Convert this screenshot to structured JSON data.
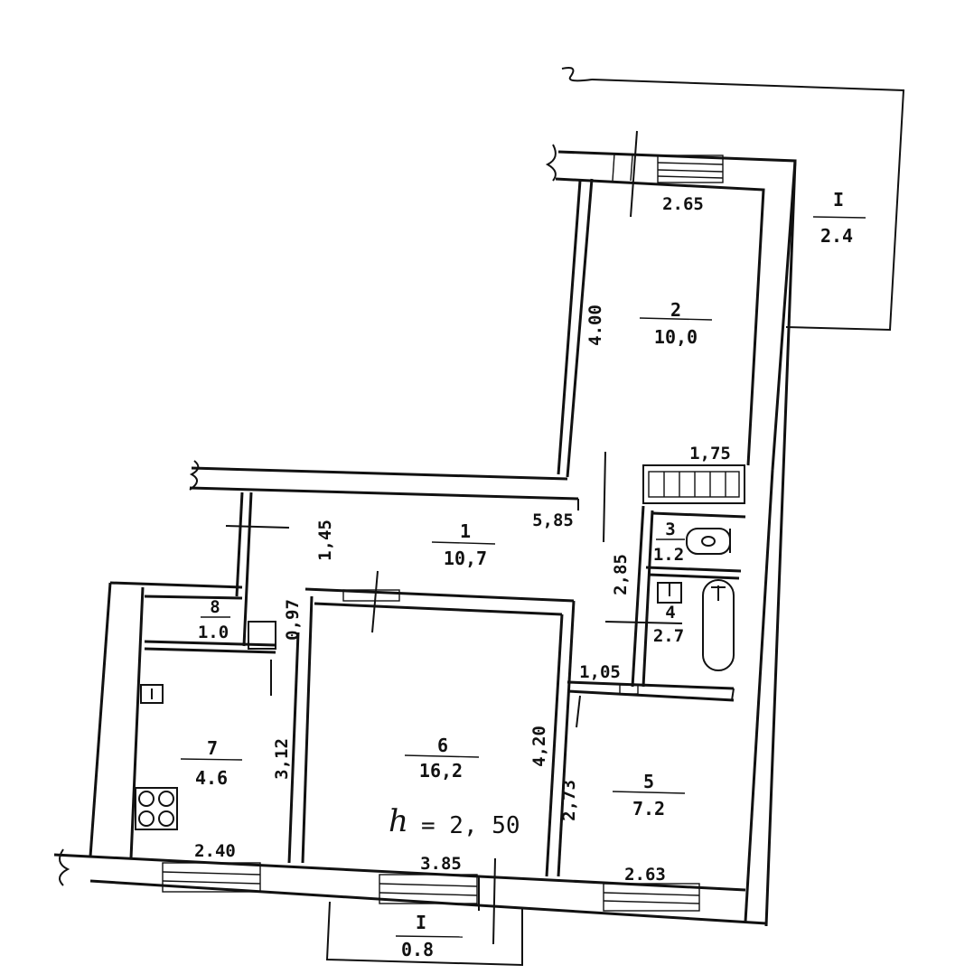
{
  "rooms": [
    {
      "number": "1",
      "area": "10,7"
    },
    {
      "number": "2",
      "area": "10,0"
    },
    {
      "number": "3",
      "area": "1.2"
    },
    {
      "number": "4",
      "area": "2.7"
    },
    {
      "number": "5",
      "area": "7.2"
    },
    {
      "number": "6",
      "area": "16,2"
    },
    {
      "number": "7",
      "area": "4.6"
    },
    {
      "number": "8",
      "area": "1.0"
    }
  ],
  "balconies": [
    {
      "number": "I",
      "area": "2.4"
    },
    {
      "number": "I",
      "area": "0.8"
    }
  ],
  "dimensions": {
    "room2_width": "2.65",
    "room2_length": "4.00",
    "bath_width": "1,75",
    "hall_length": "5,85",
    "hall_width": "1,45",
    "bath_length": "2,85",
    "closet_width": "0,97",
    "corridor_width": "1,05",
    "kitchen_depth": "3,12",
    "room6_depth": "4,20",
    "room5_depth": "2,73",
    "kitchen_width": "2.40",
    "room6_width": "3.85",
    "room5_width": "2.63"
  },
  "ceiling": {
    "prefix": "h",
    "value": "= 2, 50"
  }
}
